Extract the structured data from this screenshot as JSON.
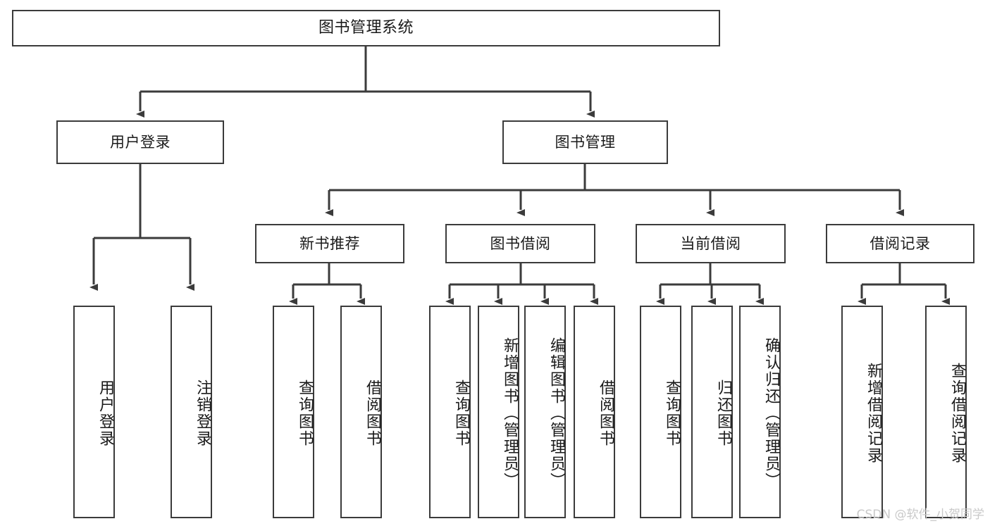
{
  "diagram": {
    "title": "图书管理系统",
    "watermark": "CSDN @软件_小贺同学",
    "line_color": "#3b3b3b",
    "box_fill": "#ffffff",
    "text_color": "#1a1a1a",
    "watermark_color": "#c9c9c9"
  },
  "nodes": {
    "root": {
      "label": "图书管理系统",
      "level": 1
    },
    "l2": [
      {
        "label": "用户登录",
        "level": 2
      },
      {
        "label": "图书管理",
        "level": 2
      }
    ],
    "l3": [
      {
        "label": "新书推荐",
        "level": 3
      },
      {
        "label": "图书借阅",
        "level": 3
      },
      {
        "label": "当前借阅",
        "level": 3
      },
      {
        "label": "借阅记录",
        "level": 3
      }
    ],
    "leaves": [
      {
        "label": "用户登录",
        "parent": "用户登录"
      },
      {
        "label": "注销登录",
        "parent": "用户登录"
      },
      {
        "label": "查询图书",
        "parent": "新书推荐"
      },
      {
        "label": "借阅图书",
        "parent": "新书推荐"
      },
      {
        "label": "查询图书",
        "parent": "图书借阅"
      },
      {
        "label": "新增图书（管理员）",
        "parent": "图书借阅"
      },
      {
        "label": "编辑图书（管理员）",
        "parent": "图书借阅"
      },
      {
        "label": "借阅图书",
        "parent": "图书借阅"
      },
      {
        "label": "查询图书",
        "parent": "当前借阅"
      },
      {
        "label": "归还图书",
        "parent": "当前借阅"
      },
      {
        "label": "确认归还（管理员）",
        "parent": "当前借阅"
      },
      {
        "label": "新增借阅记录",
        "parent": "借阅记录"
      },
      {
        "label": "查询借阅记录",
        "parent": "借阅记录"
      }
    ]
  }
}
